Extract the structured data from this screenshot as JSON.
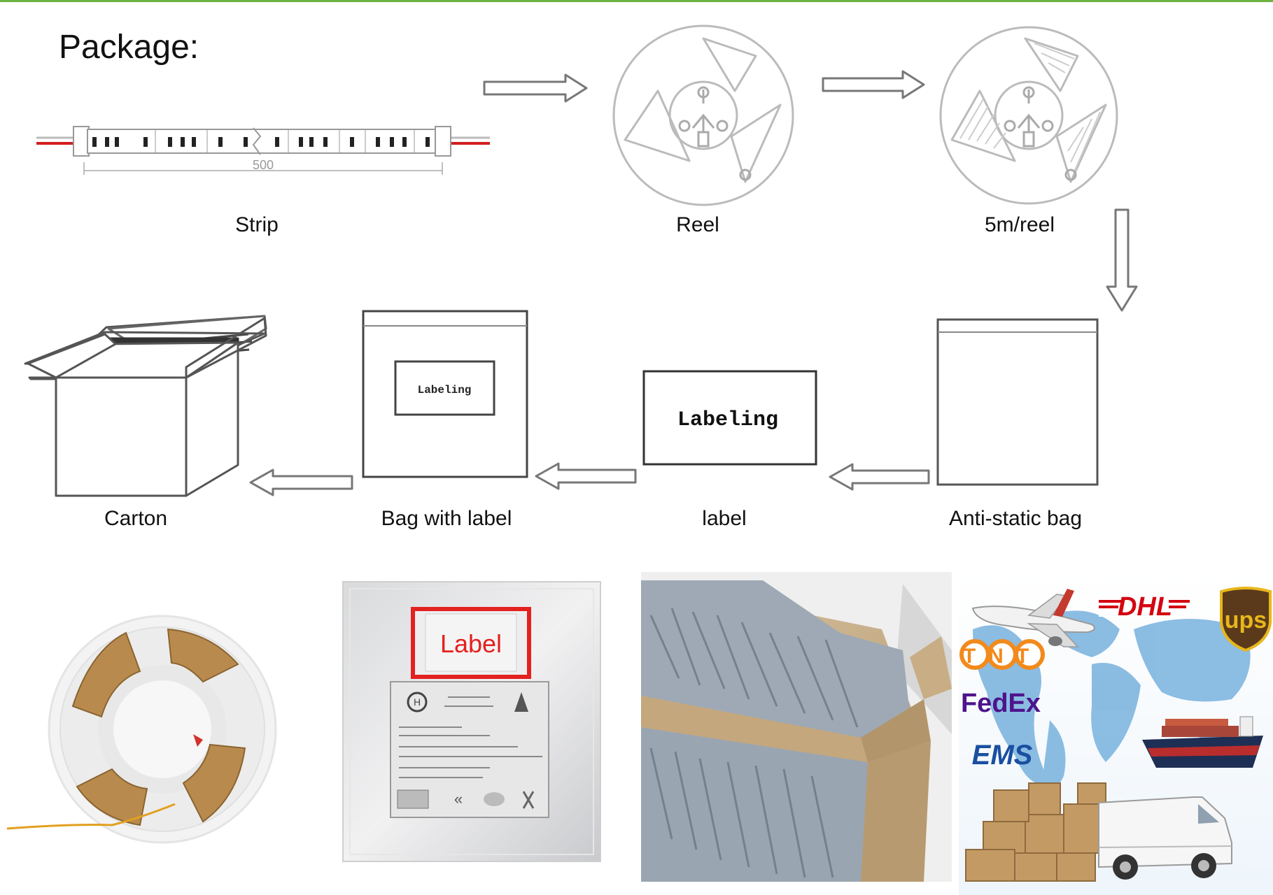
{
  "title": "Package:",
  "steps": {
    "strip": "Strip",
    "reel": "Reel",
    "reel5m": "5m/reel",
    "anti_static_bag": "Anti-static bag",
    "label": "label",
    "bag_with_label": "Bag with label",
    "carton": "Carton"
  },
  "strip_dimension": "500",
  "labeling_text": "Labeling",
  "photo_label_text": "Label",
  "carriers": {
    "dhl": "DHL",
    "ups": "ups",
    "tnt": "TNT",
    "fedex": "FedEx",
    "ems": "EMS"
  },
  "colors": {
    "accent_green": "#6cb33f",
    "label_red": "#e3211f",
    "line_gray": "#888888"
  }
}
